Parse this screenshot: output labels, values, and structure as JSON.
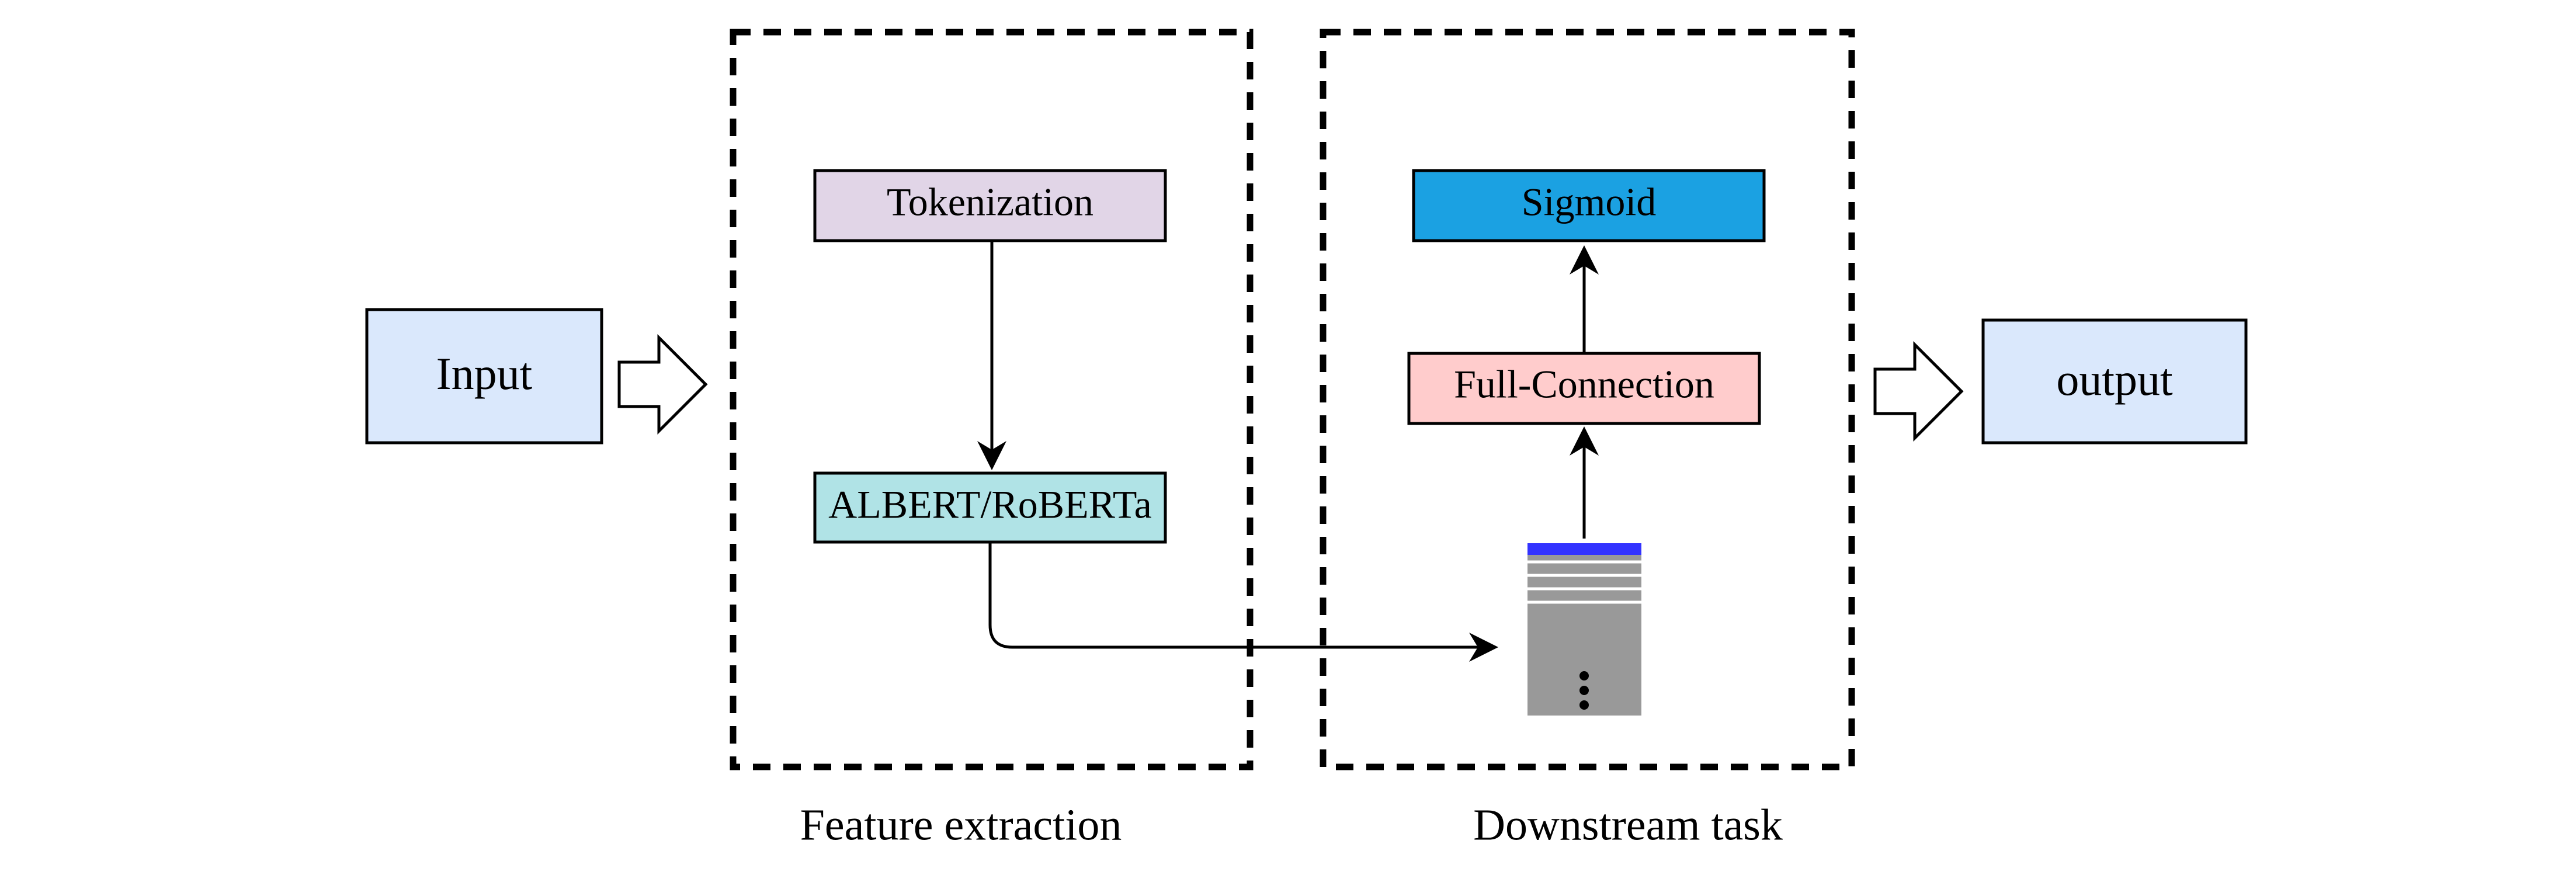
{
  "nodes": {
    "input": "Input",
    "tokenization": "Tokenization",
    "albert_roberta": "ALBERT/RoBERTa",
    "sigmoid": "Sigmoid",
    "full_connection": "Full-Connection",
    "output": "output"
  },
  "groups": {
    "feature_extraction": "Feature extraction",
    "downstream_task": "Downstream task"
  },
  "colors": {
    "input_fill": "#dae8fc",
    "tokenization_fill": "#e1d5e7",
    "albert_fill": "#b0e3e6",
    "sigmoid_fill": "#1ba1e2",
    "full_connection_fill": "#ffcccc",
    "output_fill": "#dae8fc",
    "feature_vector_fill": "#999999",
    "feature_vector_top": "#3333ff",
    "stroke": "#000000"
  },
  "icons": {
    "input_to_feature": "block-arrow-right-icon",
    "downstream_to_output": "block-arrow-right-icon",
    "feature_vector": "vector-stack-icon"
  }
}
